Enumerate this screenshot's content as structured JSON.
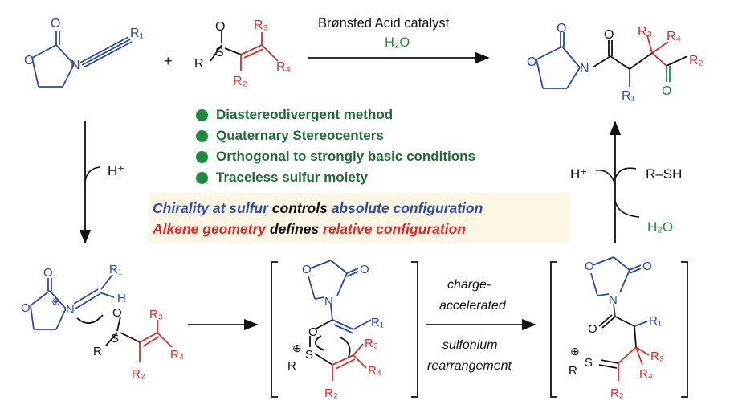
{
  "colors": {
    "blue": "#2b4aa8",
    "red": "#d92b2b",
    "green": "#1f8a3c",
    "dark_green": "#1f6b35",
    "highlight_bg": "#fdf6e4"
  },
  "reaction": {
    "catalyst": "Brønsted Acid catalyst",
    "water": "H₂O",
    "proton": "H⁺",
    "thiol": "R–SH",
    "water_return": "H₂O",
    "mechanism_line1": "charge-",
    "mechanism_line2": "accelerated",
    "mechanism_line3": "sulfonium",
    "mechanism_line4": "rearrangement"
  },
  "features": [
    "Diastereodivergent method",
    "Quaternary Stereocenters",
    "Orthogonal to strongly basic conditions",
    "Traceless sulfur moiety"
  ],
  "statements": {
    "line1": {
      "part1": "Chirality at sulfur",
      "part2": " controls ",
      "part3": "absolute configuration"
    },
    "line2": {
      "part1": "Alkene geometry",
      "part2": " defines ",
      "part3": "relative configuration"
    }
  },
  "atom_labels": {
    "O": "O",
    "N": "N",
    "S": "S",
    "R": "R",
    "R1": "R₁",
    "R2": "R₂",
    "R3": "R₃",
    "R4": "R₄",
    "H": "H",
    "plus": "+",
    "oplus": "⊕"
  }
}
